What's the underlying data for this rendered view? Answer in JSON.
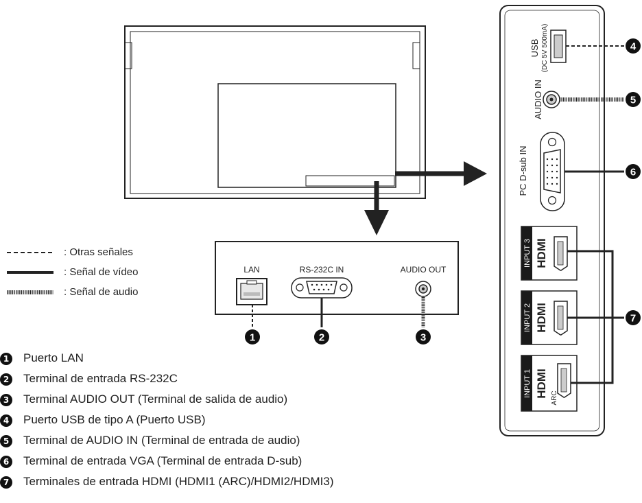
{
  "legend": {
    "dashed": ": Otras señales",
    "solid": ": Señal de vídeo",
    "dotted": ": Señal de audio"
  },
  "bottom_panel": {
    "lan_label": "LAN",
    "rs232_label": "RS-232C IN",
    "audio_out_label": "AUDIO OUT"
  },
  "side_panel": {
    "usb_label": "USB",
    "usb_sub_label": "(DC 5V 500mA)",
    "audio_in_label": "AUDIO IN",
    "pc_dsub_label": "PC D-sub IN",
    "input3_label": "INPUT 3",
    "input2_label": "INPUT 2",
    "input1_label": "INPUT 1",
    "hdmi_logo": "HDMI",
    "arc_label": "ARC"
  },
  "callouts": [
    "1",
    "2",
    "3",
    "4",
    "5",
    "6",
    "7"
  ],
  "items": [
    {
      "num": "1",
      "text": "Puerto LAN"
    },
    {
      "num": "2",
      "text": "Terminal de entrada RS-232C"
    },
    {
      "num": "3",
      "text": "Terminal AUDIO OUT (Terminal de salida de audio)"
    },
    {
      "num": "4",
      "text": "Puerto USB de tipo A (Puerto USB)"
    },
    {
      "num": "5",
      "text": "Terminal de AUDIO IN (Terminal de entrada de audio)"
    },
    {
      "num": "6",
      "text": "Terminal de entrada VGA (Terminal de entrada D-sub)"
    },
    {
      "num": "7",
      "text": "Terminales de entrada HDMI (HDMI1 (ARC)/HDMI2/HDMI3)"
    }
  ]
}
